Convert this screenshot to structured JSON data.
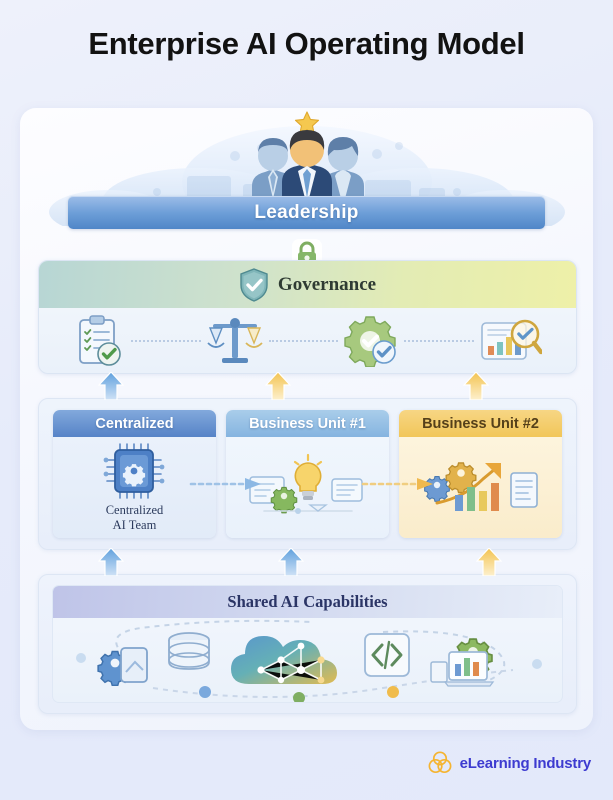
{
  "page": {
    "title": "Enterprise AI Operating Model",
    "background_color": "#e8ecfa"
  },
  "diagram": {
    "layers": [
      {
        "id": "leadership",
        "label": "Leadership",
        "band_color": "#5f94d2",
        "text_color": "#ffffff",
        "icons": [
          "star-icon",
          "executive-team-icon",
          "cloud-icon"
        ]
      },
      {
        "id": "governance",
        "label": "Governance",
        "band_color_start": "#b7d6d4",
        "band_color_end": "#eef0a8",
        "text_color": "#2f3b33",
        "badge_icon": "shield-check-icon",
        "top_icon": "lock-icon",
        "icons": [
          "clipboard-checklist-icon",
          "balance-scales-icon",
          "gear-check-icon",
          "bar-chart-magnifier-icon"
        ]
      },
      {
        "id": "shared",
        "label": "Shared AI Capabilities",
        "band_color_start": "#bfc4e8",
        "band_color_end": "#e8eef9",
        "text_color": "#2b3566",
        "icons": [
          "gear-document-icon",
          "database-icon",
          "neural-cloud-icon",
          "code-brackets-icon",
          "laptop-chart-gear-icon"
        ]
      }
    ],
    "units": [
      {
        "id": "centralized",
        "header": "Centralized",
        "caption_line1": "Centralized",
        "caption_line2": "AI Team",
        "header_color": "#5683c7",
        "header_text_color": "#ffffff",
        "icon": "ai-chip-icon"
      },
      {
        "id": "business-unit-1",
        "header": "Business Unit #1",
        "caption_line1": "",
        "caption_line2": "",
        "header_color": "#85b4e0",
        "header_text_color": "#ffffff",
        "icon": "lightbulb-gear-icon"
      },
      {
        "id": "business-unit-2",
        "header": "Business Unit #2",
        "caption_line1": "",
        "caption_line2": "",
        "header_color": "#f1c659",
        "header_text_color": "#55401a",
        "icon": "growth-chart-gear-icon"
      }
    ],
    "arrows": [
      {
        "id": "centralized-to-governance",
        "direction": "up",
        "color": "#6aa6e0"
      },
      {
        "id": "bu1-to-governance",
        "direction": "up",
        "color": "#f5c council",
        "color_hex": "#f5c65a"
      },
      {
        "id": "bu2-to-governance",
        "direction": "up",
        "color": "#f5c65a"
      },
      {
        "id": "shared-to-centralized",
        "direction": "up",
        "color": "#6aa6e0"
      },
      {
        "id": "shared-to-bu1",
        "direction": "up",
        "color": "#6aa6e0"
      },
      {
        "id": "shared-to-bu2",
        "direction": "up",
        "color": "#f5c65a"
      },
      {
        "id": "centralized-to-bu1",
        "direction": "right",
        "color": "#8cb8e4"
      },
      {
        "id": "bu1-to-bu2",
        "direction": "right",
        "color": "#f0b94e"
      }
    ]
  },
  "footer": {
    "brand": "eLearning Industry",
    "logo_icon": "three-circles-logo-icon",
    "logo_color": "#f5b431",
    "brand_color": "#3d3bd0"
  }
}
